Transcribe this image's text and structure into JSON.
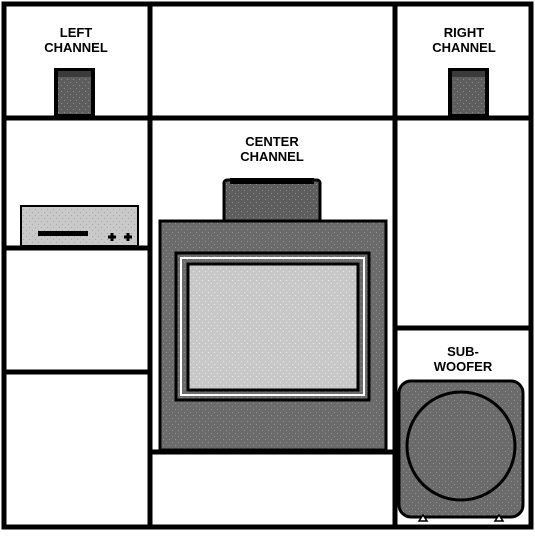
{
  "diagram": {
    "labels": {
      "left_channel": [
        "LEFT",
        "CHANNEL"
      ],
      "right_channel": [
        "RIGHT",
        "CHANNEL"
      ],
      "center_channel": [
        "CENTER",
        "CHANNEL"
      ],
      "subwoofer": [
        "SUB-",
        "WOOFER"
      ]
    },
    "icons": {
      "left_speaker": "bookshelf-speaker-icon",
      "right_speaker": "bookshelf-speaker-icon",
      "center_speaker": "center-speaker-icon",
      "receiver": "av-receiver-icon",
      "television": "television-icon",
      "subwoofer": "subwoofer-icon"
    },
    "colors": {
      "outline": "#000000",
      "speaker_gray": "#5e5e5e",
      "tv_cabinet": "#6b6b6b",
      "tv_screen": "#c8c8c8",
      "receiver_body": "#c9c9c9",
      "subwoofer_body": "#6a6a6a",
      "background": "#ffffff"
    }
  }
}
